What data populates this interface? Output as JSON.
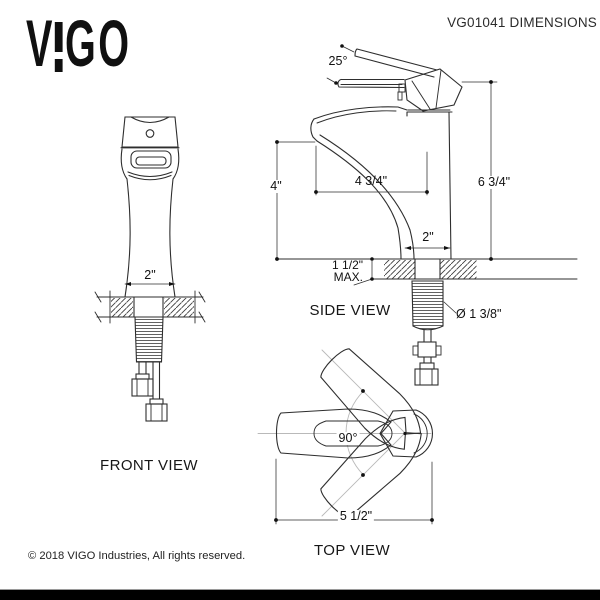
{
  "header": {
    "logo_v": "V",
    "logo_g": "G",
    "logo_o": "O",
    "title": "VG01041 DIMENSIONS"
  },
  "front_view": {
    "label": "FRONT VIEW",
    "base_width": "2\""
  },
  "side_view": {
    "label": "SIDE VIEW",
    "handle_angle": "25°",
    "spout_height": "4\"",
    "spout_reach": "4 3/4\"",
    "overall_height": "6 3/4\"",
    "base_depth": "2\"",
    "deck_thickness_line1": "1 1/2\"",
    "deck_thickness_line2": "MAX.",
    "shank_diameter": "Ø 1 3/8\""
  },
  "top_view": {
    "label": "TOP VIEW",
    "handle_rotation": "90°",
    "overall_length": "5 1/2\""
  },
  "footer": {
    "copyright": "© 2018 VIGO Industries, All rights reserved."
  }
}
